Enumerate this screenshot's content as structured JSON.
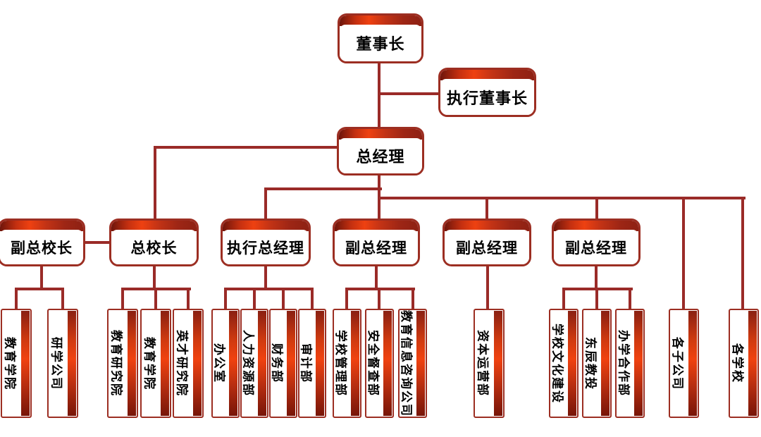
{
  "diagram": {
    "type": "org-chart",
    "background_color": "#ffffff",
    "line_color": "#9a2b28",
    "box_border_color": "#9c2e22",
    "band_gradient": [
      "#6e150b",
      "#ee4111",
      "#8e2114"
    ],
    "text_color": "#000000",
    "root": {
      "label": "董事长"
    },
    "executive_chair": {
      "label": "执行董事长"
    },
    "general_manager": {
      "label": "总经理"
    },
    "managers": [
      {
        "label": "副总校长",
        "children": [
          "教育学院",
          "研学公司"
        ]
      },
      {
        "label": "总校长",
        "children": [
          "教育研究院",
          "教育学院",
          "英才研究院"
        ]
      },
      {
        "label": "执行总经理",
        "children": [
          "办公室",
          "人力资源部",
          "财务部",
          "审计部"
        ]
      },
      {
        "label": "副总经理",
        "children": [
          "学校管理部",
          "安全督查部",
          "教育信息咨询公司"
        ]
      },
      {
        "label": "副总经理",
        "children": [
          "资本运营部"
        ]
      },
      {
        "label": "副总经理",
        "children": [
          "学校文化建设",
          "东辰教投",
          "办学合作部"
        ]
      }
    ],
    "direct_reports": [
      "各子公司",
      "各学校"
    ]
  }
}
